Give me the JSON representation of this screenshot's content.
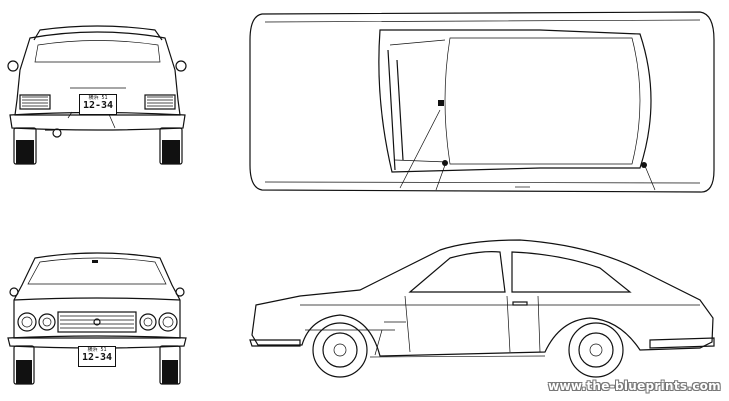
{
  "plate": {
    "region": "横浜 51",
    "number": "12-34"
  },
  "watermark": "www.the-blueprints.com",
  "views": [
    "rear",
    "top",
    "front",
    "side"
  ]
}
